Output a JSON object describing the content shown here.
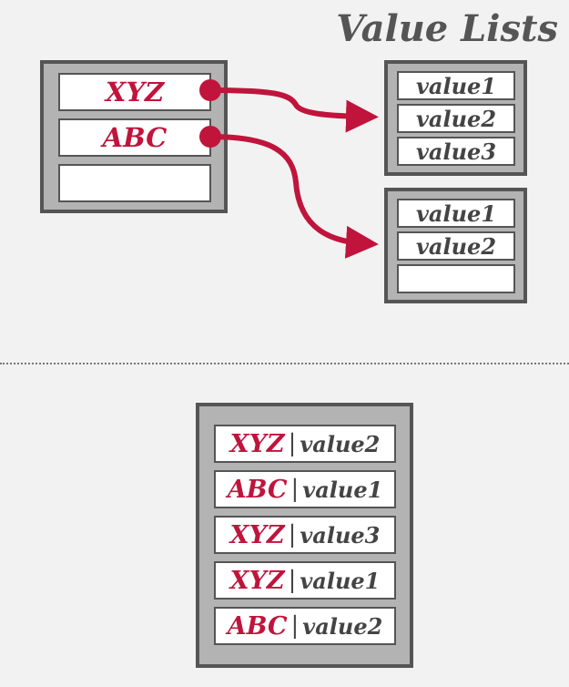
{
  "title": "Value Lists",
  "colors": {
    "key": "#c0143c",
    "value": "#444444",
    "box": "#b3b3b3",
    "border": "#555555",
    "link": "#c0143c"
  },
  "key_table": {
    "cells": [
      "XYZ",
      "ABC",
      ""
    ]
  },
  "value_lists": [
    {
      "cells": [
        "value1",
        "value2",
        "value3"
      ]
    },
    {
      "cells": [
        "value1",
        "value2",
        ""
      ]
    }
  ],
  "links": [
    {
      "from": "XYZ",
      "to_list": 1
    },
    {
      "from": "ABC",
      "to_list": 2
    }
  ],
  "result_table": {
    "separator": "|",
    "rows": [
      {
        "key": "XYZ",
        "value": "value2"
      },
      {
        "key": "ABC",
        "value": "value1"
      },
      {
        "key": "XYZ",
        "value": "value3"
      },
      {
        "key": "XYZ",
        "value": "value1"
      },
      {
        "key": "ABC",
        "value": "value2"
      }
    ]
  }
}
